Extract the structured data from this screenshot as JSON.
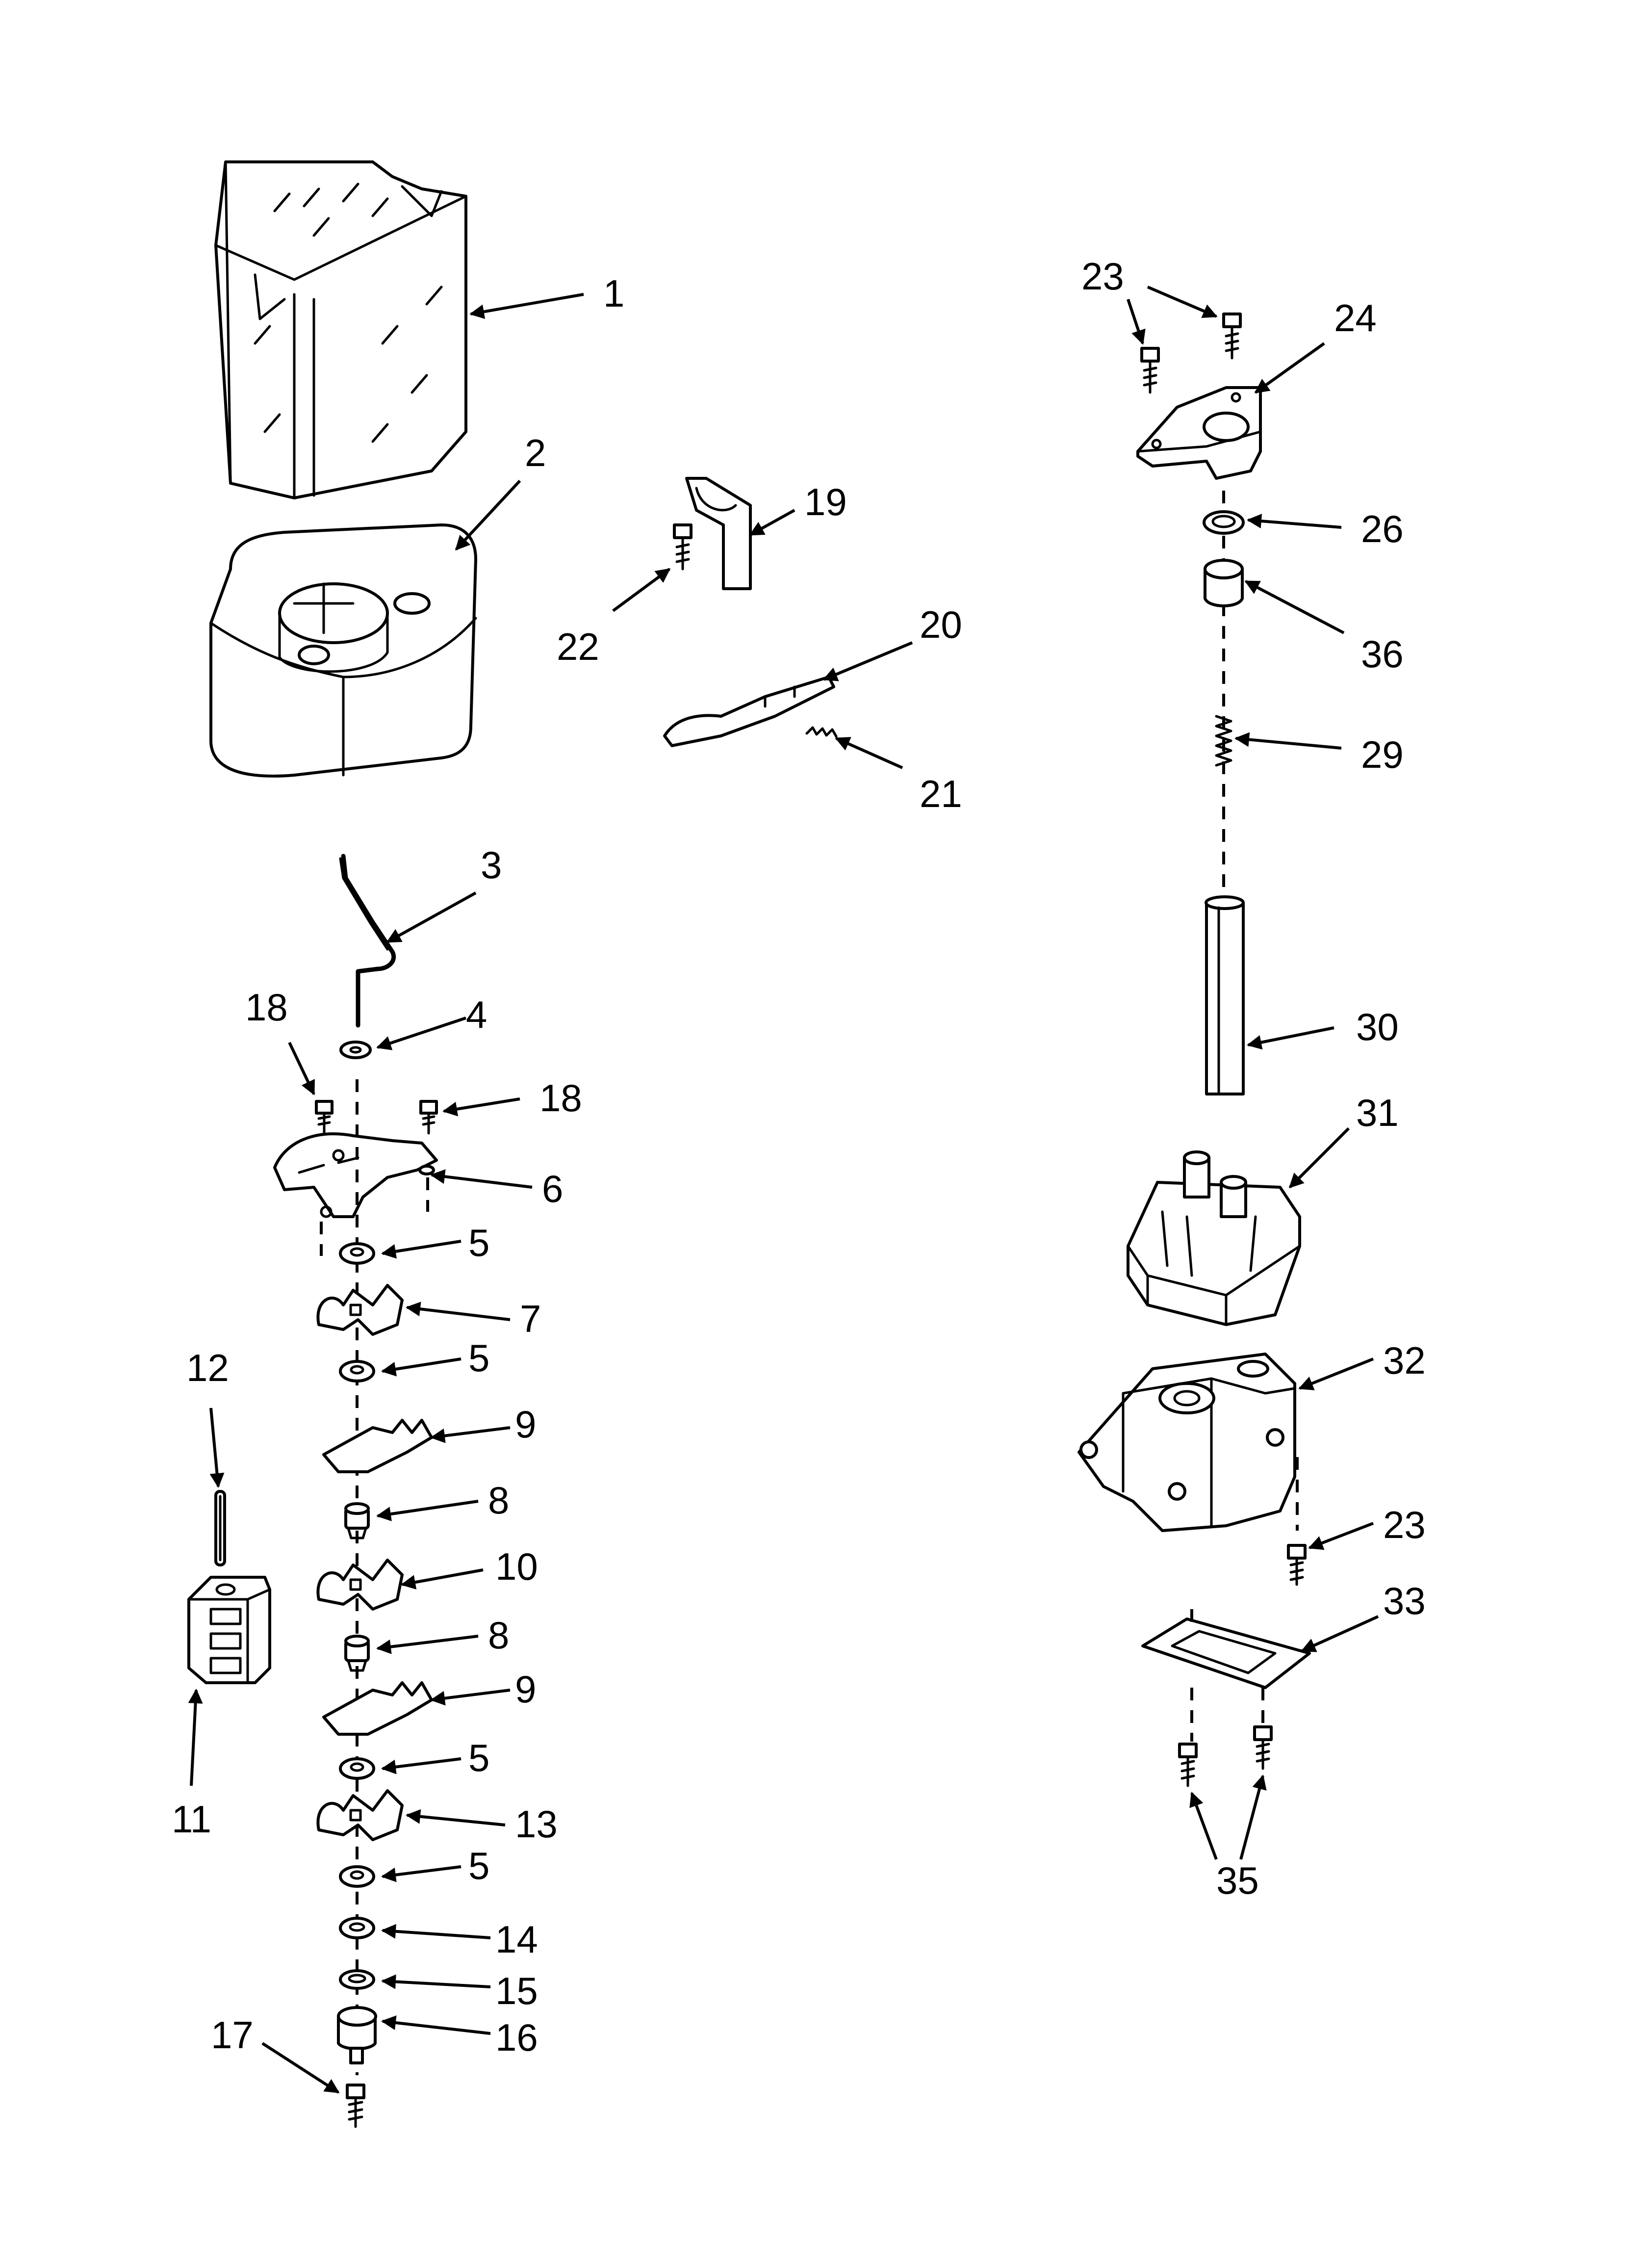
{
  "callouts": [
    {
      "id": "1",
      "text": "1"
    },
    {
      "id": "2",
      "text": "2"
    },
    {
      "id": "3",
      "text": "3"
    },
    {
      "id": "4",
      "text": "4"
    },
    {
      "id": "5a",
      "text": "5"
    },
    {
      "id": "5b",
      "text": "5"
    },
    {
      "id": "5c",
      "text": "5"
    },
    {
      "id": "5d",
      "text": "5"
    },
    {
      "id": "6",
      "text": "6"
    },
    {
      "id": "7",
      "text": "7"
    },
    {
      "id": "8a",
      "text": "8"
    },
    {
      "id": "8b",
      "text": "8"
    },
    {
      "id": "9a",
      "text": "9"
    },
    {
      "id": "9b",
      "text": "9"
    },
    {
      "id": "10",
      "text": "10"
    },
    {
      "id": "11",
      "text": "11"
    },
    {
      "id": "12",
      "text": "12"
    },
    {
      "id": "13",
      "text": "13"
    },
    {
      "id": "14",
      "text": "14"
    },
    {
      "id": "15",
      "text": "15"
    },
    {
      "id": "16",
      "text": "16"
    },
    {
      "id": "17",
      "text": "17"
    },
    {
      "id": "18a",
      "text": "18"
    },
    {
      "id": "18b",
      "text": "18"
    },
    {
      "id": "19",
      "text": "19"
    },
    {
      "id": "20",
      "text": "20"
    },
    {
      "id": "21",
      "text": "21"
    },
    {
      "id": "22",
      "text": "22"
    },
    {
      "id": "23a",
      "text": "23"
    },
    {
      "id": "23b",
      "text": "23"
    },
    {
      "id": "24",
      "text": "24"
    },
    {
      "id": "26",
      "text": "26"
    },
    {
      "id": "29",
      "text": "29"
    },
    {
      "id": "30",
      "text": "30"
    },
    {
      "id": "31",
      "text": "31"
    },
    {
      "id": "32",
      "text": "32"
    },
    {
      "id": "33",
      "text": "33"
    },
    {
      "id": "35",
      "text": "35"
    },
    {
      "id": "36",
      "text": "36"
    }
  ]
}
